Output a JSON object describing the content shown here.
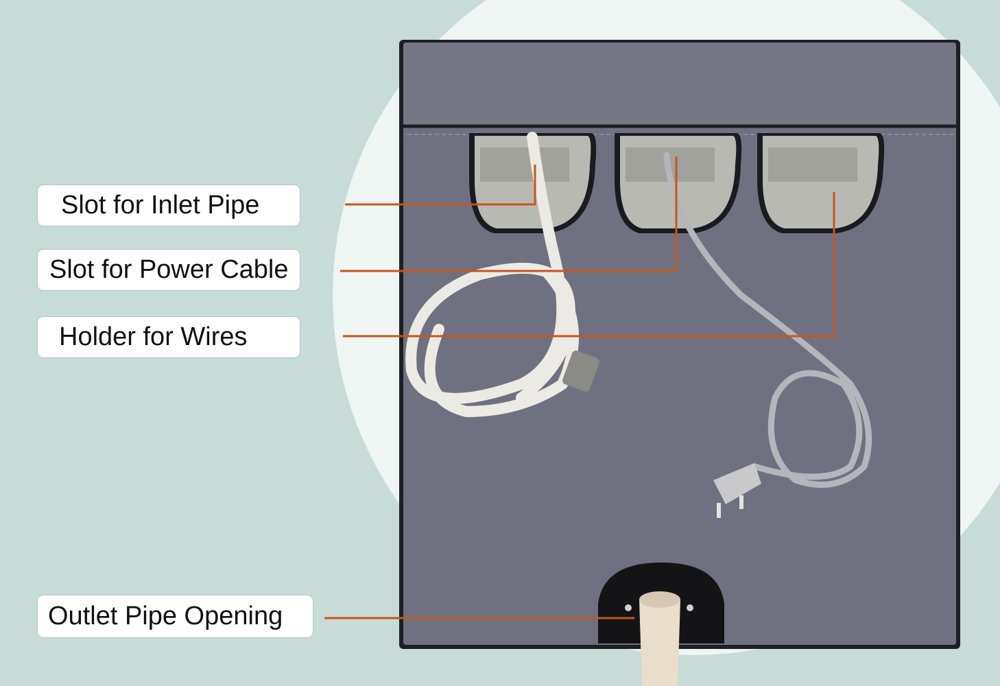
{
  "callouts": [
    {
      "id": "inlet",
      "text": "Slot for Inlet Pipe"
    },
    {
      "id": "power",
      "text": "Slot for Power Cable"
    },
    {
      "id": "holder",
      "text": "Holder for Wires"
    },
    {
      "id": "outlet",
      "text": "Outlet Pipe Opening"
    }
  ],
  "colors": {
    "background": "#c7dbd7",
    "cover": "#6f7180",
    "leader_line": "#c9541e"
  }
}
